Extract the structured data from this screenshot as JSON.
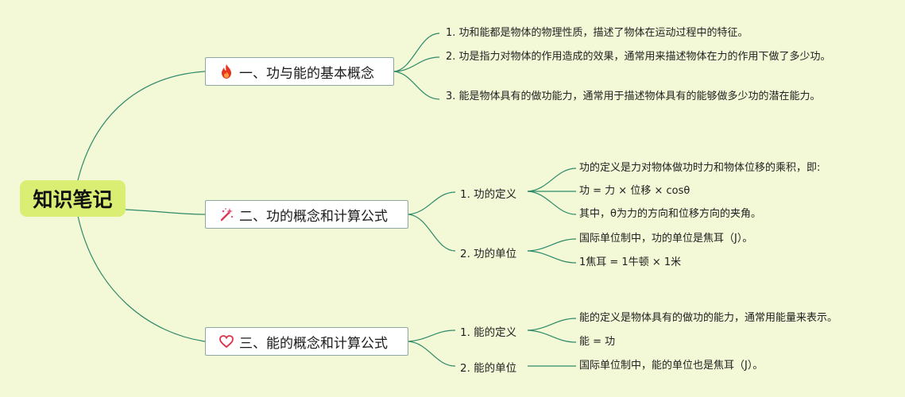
{
  "root": {
    "title": "知识笔记"
  },
  "colors": {
    "background": "#f3f8d6",
    "root_fill": "#d9ee72",
    "link": "#2e8a6a",
    "branch_border": "#8fa7a4"
  },
  "branches": [
    {
      "icon": "fire-icon",
      "label": "一、功与能的基本概念",
      "leaves": [
        "1. 功和能都是物体的物理性质，描述了物体在运动过程中的特征。",
        "2. 功是指力对物体的作用造成的效果，通常用来描述物体在力的作用下做了多少功。",
        "3. 能是物体具有的做功能力，通常用于描述物体具有的能够做多少功的潜在能力。"
      ]
    },
    {
      "icon": "magic-wand-icon",
      "label": "二、功的概念和计算公式",
      "subs": [
        {
          "label": "1. 功的定义",
          "leaves": [
            "功的定义是力对物体做功时力和物体位移的乘积，即:",
            "功 = 力 × 位移 × cosθ",
            "其中，θ为力的方向和位移方向的夹角。"
          ]
        },
        {
          "label": "2. 功的单位",
          "leaves": [
            "国际单位制中，功的单位是焦耳（J）。",
            "1焦耳 = 1牛顿 × 1米"
          ]
        }
      ]
    },
    {
      "icon": "heart-icon",
      "label": "三、能的概念和计算公式",
      "subs": [
        {
          "label": "1. 能的定义",
          "leaves": [
            "能的定义是物体具有的做功的能力，通常用能量来表示。",
            "能 = 功"
          ]
        },
        {
          "label": "2. 能的单位",
          "leaves": [
            "国际单位制中，能的单位也是焦耳（J）。"
          ]
        }
      ]
    }
  ]
}
